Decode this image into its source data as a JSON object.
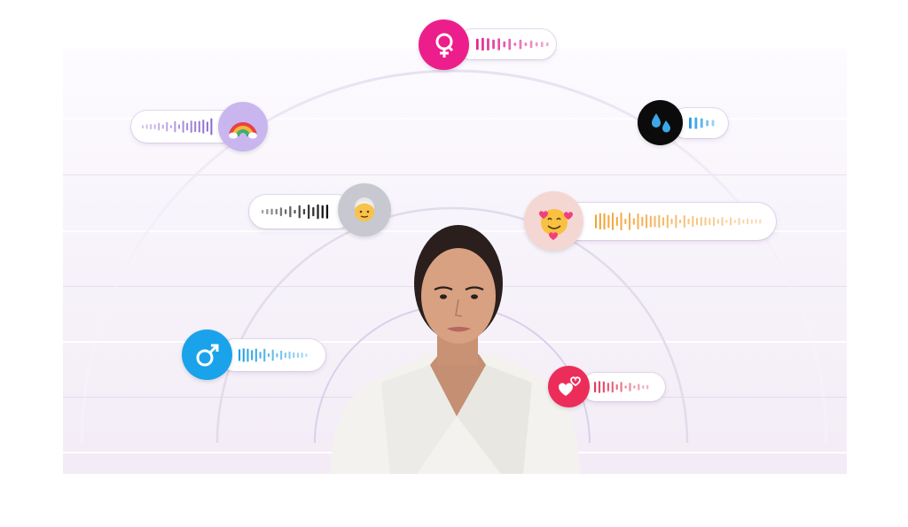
{
  "scene": {
    "badges": [
      {
        "id": "female",
        "icon": "female-symbol-icon",
        "color": "#ec1e8c"
      },
      {
        "id": "rainbow",
        "icon": "rainbow-icon",
        "color": "#c9b6ef"
      },
      {
        "id": "sweat",
        "icon": "sweat-droplets-icon",
        "color": "#0b0b0b"
      },
      {
        "id": "elder",
        "icon": "older-person-icon",
        "color": "#c8c8d0"
      },
      {
        "id": "hearts",
        "icon": "smiling-face-with-hearts-icon",
        "color": "#f4d7d3"
      },
      {
        "id": "male",
        "icon": "male-symbol-icon",
        "color": "#1aa3ea"
      },
      {
        "id": "heart-duo",
        "icon": "two-hearts-icon",
        "color": "#ec2d5a"
      }
    ],
    "wave_colors": {
      "female": "#e0288c",
      "rainbow": "#8a68cf",
      "sweat": "#2c9ce6",
      "elder": "#111111",
      "hearts": "#f2a43a",
      "male": "#1f9fe4",
      "heart-duo": "#e0405f"
    }
  }
}
